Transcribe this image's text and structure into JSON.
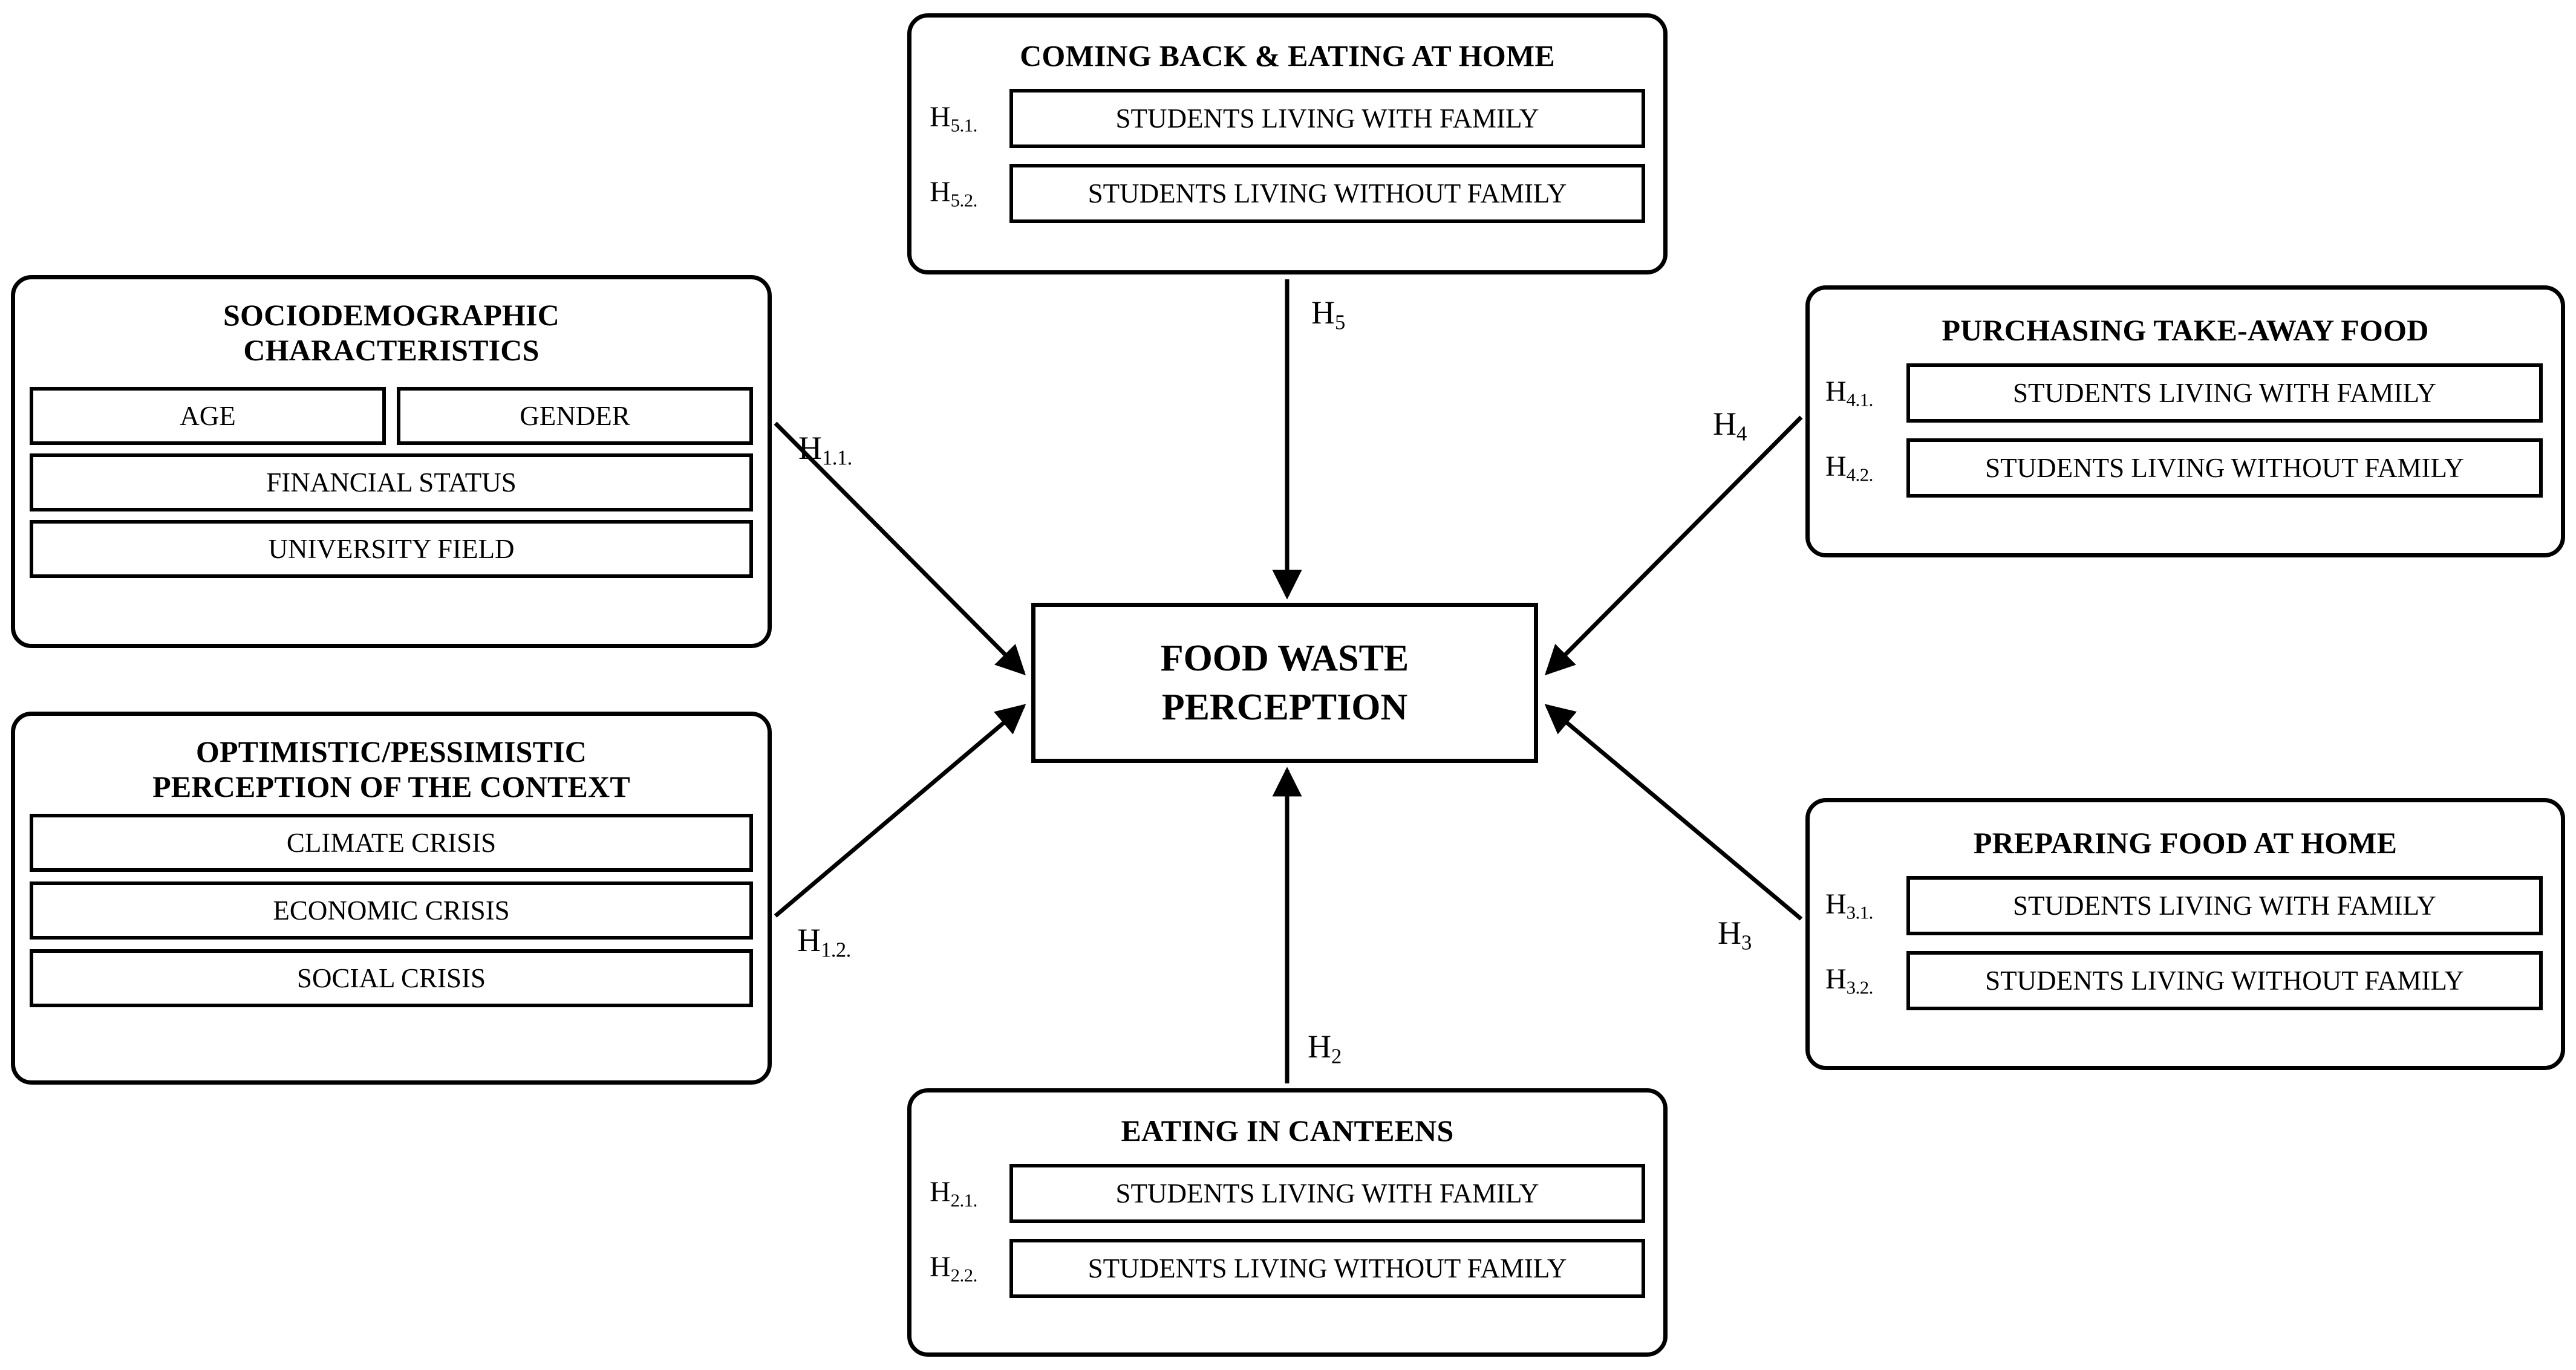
{
  "diagram": {
    "center": {
      "label": "FOOD WASTE\nPERCEPTION"
    },
    "groups": {
      "coming_back": {
        "title": "COMING BACK & EATING AT HOME",
        "items": [
          {
            "hypothesis_base": "H",
            "hypothesis_sub": "5.1.",
            "label": "STUDENTS LIVING WITH FAMILY"
          },
          {
            "hypothesis_base": "H",
            "hypothesis_sub": "5.2.",
            "label": "STUDENTS LIVING WITHOUT FAMILY"
          }
        ]
      },
      "sociodemographic": {
        "title": "SOCIODEMOGRAPHIC\nCHARACTERISTICS",
        "items": [
          {
            "label": "AGE"
          },
          {
            "label": "GENDER"
          },
          {
            "label": "FINANCIAL STATUS"
          },
          {
            "label": "UNIVERSITY FIELD"
          }
        ]
      },
      "optimistic": {
        "title": "OPTIMISTIC/PESSIMISTIC\nPERCEPTION OF THE CONTEXT",
        "items": [
          {
            "label": "CLIMATE CRISIS"
          },
          {
            "label": "ECONOMIC CRISIS"
          },
          {
            "label": "SOCIAL CRISIS"
          }
        ]
      },
      "purchasing": {
        "title": "PURCHASING TAKE-AWAY FOOD",
        "items": [
          {
            "hypothesis_base": "H",
            "hypothesis_sub": "4.1.",
            "label": "STUDENTS LIVING WITH FAMILY"
          },
          {
            "hypothesis_base": "H",
            "hypothesis_sub": "4.2.",
            "label": "STUDENTS LIVING WITHOUT FAMILY"
          }
        ]
      },
      "preparing": {
        "title": "PREPARING FOOD AT HOME",
        "items": [
          {
            "hypothesis_base": "H",
            "hypothesis_sub": "3.1.",
            "label": "STUDENTS LIVING WITH FAMILY"
          },
          {
            "hypothesis_base": "H",
            "hypothesis_sub": "3.2.",
            "label": "STUDENTS LIVING WITHOUT FAMILY"
          }
        ]
      },
      "canteens": {
        "title": "EATING IN CANTEENS",
        "items": [
          {
            "hypothesis_base": "H",
            "hypothesis_sub": "2.1.",
            "label": "STUDENTS LIVING WITH FAMILY"
          },
          {
            "hypothesis_base": "H",
            "hypothesis_sub": "2.2.",
            "label": "STUDENTS LIVING WITHOUT FAMILY"
          }
        ]
      }
    },
    "edges": [
      {
        "id": "h5",
        "base": "H",
        "sub": "5",
        "from": "coming_back",
        "to": "center"
      },
      {
        "id": "h11",
        "base": "H",
        "sub": "1.1.",
        "from": "sociodemographic",
        "to": "center"
      },
      {
        "id": "h12",
        "base": "H",
        "sub": "1.2.",
        "from": "optimistic",
        "to": "center"
      },
      {
        "id": "h4",
        "base": "H",
        "sub": "4",
        "from": "purchasing",
        "to": "center"
      },
      {
        "id": "h3",
        "base": "H",
        "sub": "3",
        "from": "preparing",
        "to": "center"
      },
      {
        "id": "h2",
        "base": "H",
        "sub": "2",
        "from": "canteens",
        "to": "center"
      }
    ],
    "colors": {
      "stroke": "#000000",
      "background": "#ffffff",
      "text": "#000000"
    }
  }
}
